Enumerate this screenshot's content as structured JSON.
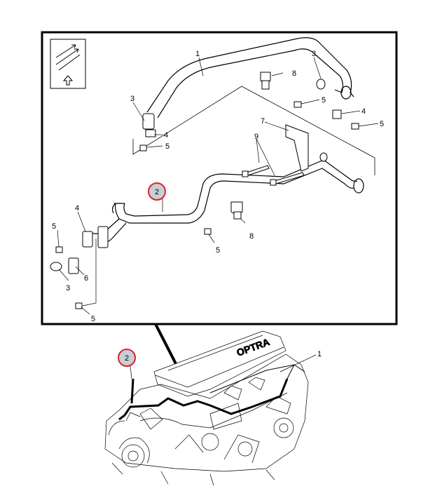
{
  "diagram": {
    "callouts_detail": {
      "c1": "1",
      "c2": "2",
      "c3a": "3",
      "c3b": "3",
      "c3c": "3",
      "c4a": "4",
      "c4b": "4",
      "c4c": "4",
      "c5a": "5",
      "c5b": "5",
      "c5c": "5",
      "c5d": "5",
      "c5e": "5",
      "c5f": "5",
      "c6": "6",
      "c7": "7",
      "c8a": "8",
      "c8b": "8",
      "c9": "9"
    },
    "callouts_engine": {
      "c1": "1",
      "c2": "2"
    },
    "engine_logo": "OPTRA",
    "highlight_color": "#d9232d",
    "highlight_fill": "#c9ced6"
  }
}
